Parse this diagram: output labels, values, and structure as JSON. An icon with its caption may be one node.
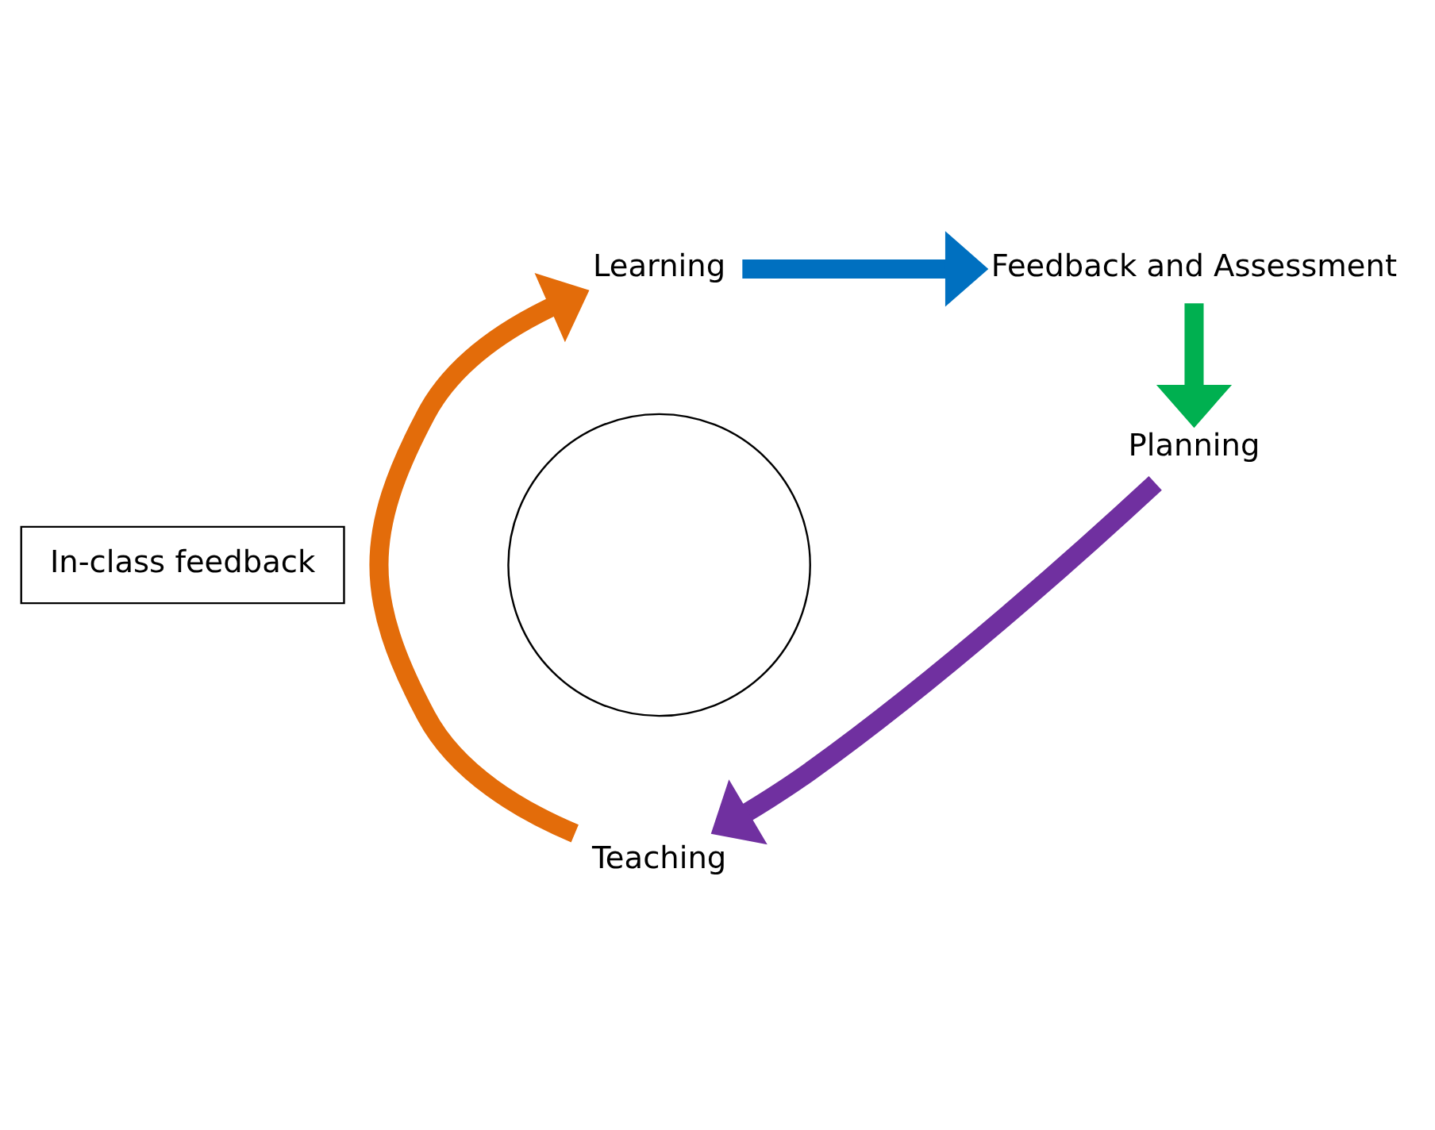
{
  "diagram": {
    "nodes": [
      {
        "text": [
          "Learning"
        ]
      },
      {
        "text": [
          "Feedback and Assessment"
        ]
      },
      {
        "text": [
          "Planning"
        ]
      },
      {
        "text": [
          "Teaching"
        ]
      },
      {
        "text": [
          "In-class feedback"
        ]
      },
      {
        "text": [],
        "shape": "circle"
      }
    ],
    "edges": [
      {
        "from": 0,
        "to": 1,
        "arrow": "to",
        "color": "#0070c0"
      },
      {
        "from": 1,
        "to": 2,
        "arrow": "to",
        "color": "#00b050"
      },
      {
        "from": 2,
        "to": 3,
        "arrow": "to",
        "color": "#7030a0"
      },
      {
        "from": 3,
        "to": 0,
        "arrow": "to",
        "color": "#e36c0a"
      }
    ]
  }
}
